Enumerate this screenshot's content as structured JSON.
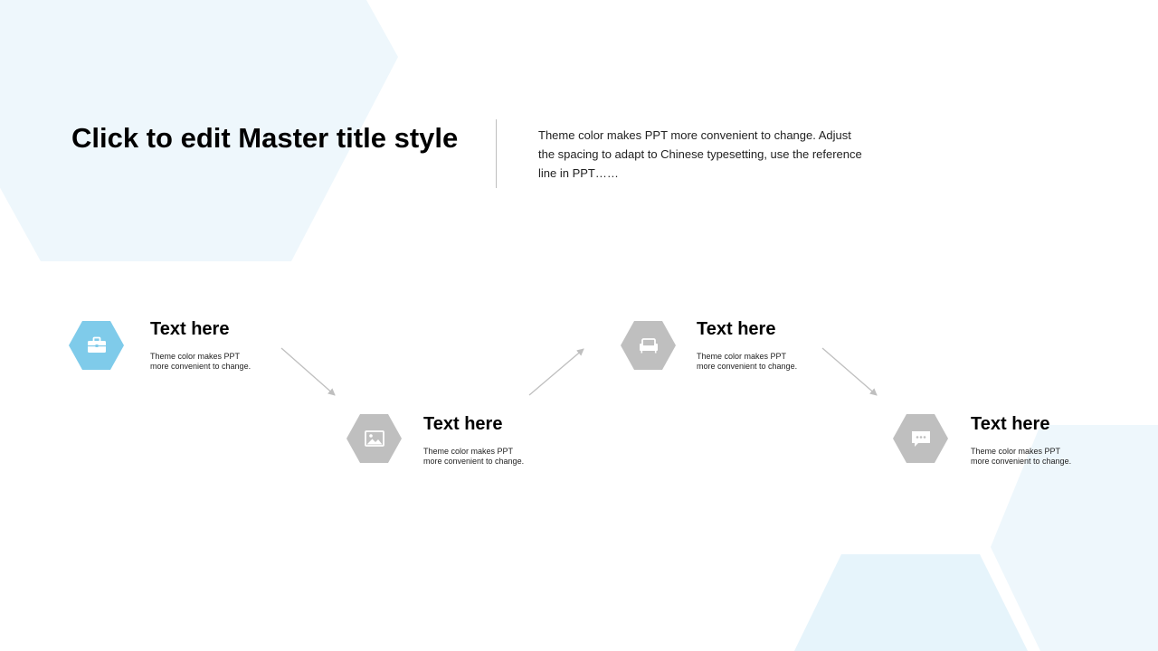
{
  "slide": {
    "title": "Click to edit Master title style",
    "intro": "Theme color makes PPT more convenient  to change. Adjust the spacing to adapt to Chinese  typesetting, use the reference line in PPT……"
  },
  "colors": {
    "accent": "#7fcbea",
    "neutral": "#bfbfbf",
    "bg_hex": "#eef7fc"
  },
  "steps": [
    {
      "title": "Text here",
      "desc_line1": "Theme color makes PPT",
      "desc_line2": "more convenient to change.",
      "icon": "briefcase-icon",
      "highlighted": true
    },
    {
      "title": "Text here",
      "desc_line1": "Theme color makes PPT",
      "desc_line2": "more convenient to change.",
      "icon": "image-icon",
      "highlighted": false
    },
    {
      "title": "Text here",
      "desc_line1": "Theme color makes PPT",
      "desc_line2": "more convenient to change.",
      "icon": "sofa-icon",
      "highlighted": false
    },
    {
      "title": "Text here",
      "desc_line1": "Theme color makes PPT",
      "desc_line2": "more convenient to change.",
      "icon": "chat-bubble-icon",
      "highlighted": false
    }
  ]
}
